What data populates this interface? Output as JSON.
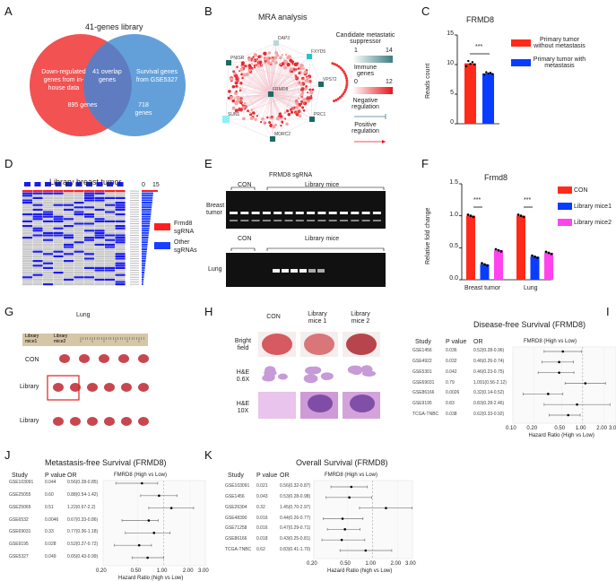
{
  "panels": {
    "A": "A",
    "B": "B",
    "C": "C",
    "D": "D",
    "E": "E",
    "F": "F",
    "G": "G",
    "H": "H",
    "I": "I",
    "J": "J",
    "K": "K"
  },
  "venn": {
    "title": "41-genes library",
    "left_text": "Down-regulated genes from in-house data",
    "left_count": "895 genes",
    "overlap_text": "41 overlap genes",
    "right_text": "Survival genes from GSE5327",
    "right_count": "718 genes",
    "colors": {
      "left": "#f25252",
      "right": "#5b9bd8",
      "overlap": "#5f7cc0"
    }
  },
  "network": {
    "title": "MRA analysis",
    "hubs": [
      "DAP3",
      "FXYD5",
      "PNISR",
      "VPS72",
      "FRMD8",
      "SUN1",
      "PRC1",
      "MORC2"
    ],
    "legend": {
      "suppressor": "Candidate metastatic suppressor",
      "sup_min": "1",
      "sup_max": "14",
      "immune": "Immune genes",
      "imm_min": "0",
      "imm_max": "12",
      "negative": "Negative regulation",
      "positive": "Positive regulation"
    }
  },
  "chart_data": [
    {
      "id": "C",
      "type": "bar",
      "title": "FRMD8",
      "ylabel": "Reads count",
      "ylim": [
        0,
        15
      ],
      "yticks": [
        "0",
        "5",
        "10",
        "15"
      ],
      "categories": [
        "Primary tumor without metastasis",
        "Primary tumor with metastasis"
      ],
      "values": [
        10.2,
        8.5
      ],
      "points": [
        [
          9.7,
          10.6,
          10.1,
          10.4,
          10.0
        ],
        [
          8.3,
          8.7,
          8.5,
          8.6,
          8.4
        ]
      ],
      "colors": [
        "#ff2a1a",
        "#0a3cff"
      ],
      "significance": "***",
      "legend": "top-right"
    },
    {
      "id": "F",
      "type": "bar",
      "title": "Frmd8",
      "ylabel": "Relative fold change",
      "ylim": [
        0,
        1.5
      ],
      "yticks": [
        "0.0",
        "0.5",
        "1.0",
        "1.5"
      ],
      "categories": [
        "Breast tumor",
        "Lung"
      ],
      "series": [
        {
          "name": "CON",
          "values": [
            1.0,
            1.0
          ],
          "color": "#ff2a1a"
        },
        {
          "name": "Library mice1",
          "values": [
            0.24,
            0.36
          ],
          "color": "#0a3cff"
        },
        {
          "name": "Library mice2",
          "values": [
            0.46,
            0.42
          ],
          "color": "#ff44ee"
        }
      ],
      "significance": [
        "***",
        "***"
      ],
      "legend": "right"
    },
    {
      "id": "I",
      "type": "forest",
      "title": "Disease-free Survival (FRMD8)",
      "plot_title": "FMRD8 (High vs Low)",
      "xlabel": "Hazard Ratio (High vs Low)",
      "xscale": "log",
      "xticks": [
        "0.10",
        "0.20",
        "0.50",
        "1.00",
        "2.00",
        "3.00"
      ],
      "xlim": [
        0.1,
        3.0
      ],
      "headers": [
        "Study",
        "P value",
        "OR"
      ],
      "rows": [
        {
          "study": "GSE1456",
          "p": "0.036",
          "or": "0.52(0.28-0.96)",
          "hr": 0.52,
          "lo": 0.28,
          "hi": 0.96
        },
        {
          "study": "GSE4922",
          "p": "0.032",
          "or": "0.46(0.26-0.74)",
          "hr": 0.46,
          "lo": 0.26,
          "hi": 0.74
        },
        {
          "study": "GSE5301",
          "p": "0.042",
          "or": "0.46(0.23-0.75)",
          "hr": 0.46,
          "lo": 0.23,
          "hi": 0.75
        },
        {
          "study": "GSE69031",
          "p": "0.79",
          "or": "1.091(0.56-2.12)",
          "hr": 1.091,
          "lo": 0.56,
          "hi": 2.12
        },
        {
          "study": "GSE86166",
          "p": "0.0026",
          "or": "0.32(0.14-0.52)",
          "hr": 0.32,
          "lo": 0.14,
          "hi": 0.52
        },
        {
          "study": "GSE9195",
          "p": "0.83",
          "or": "0.83(0.28-2.46)",
          "hr": 0.83,
          "lo": 0.28,
          "hi": 2.46
        },
        {
          "study": "TCGA-TNBC",
          "p": "0.038",
          "or": "0.62(0.33-0.92)",
          "hr": 0.62,
          "lo": 0.33,
          "hi": 0.92
        }
      ]
    },
    {
      "id": "J",
      "type": "forest",
      "title": "Metastasis-free Survival (FRMD8)",
      "plot_title": "FMRD8 (High vs Low)",
      "xlabel": "Hazard Ratio (high vs Low)",
      "xscale": "log",
      "xticks": [
        "0.20",
        "0.50",
        "1.00",
        "2.00",
        "3.00"
      ],
      "xlim": [
        0.2,
        3.0
      ],
      "headers": [
        "Study",
        "P value",
        "OR"
      ],
      "rows": [
        {
          "study": "GSE103091",
          "p": "0.044",
          "or": "0.56(0.28-0.85)",
          "hr": 0.56,
          "lo": 0.28,
          "hi": 0.85
        },
        {
          "study": "GSE25055",
          "p": "0.60",
          "or": "0.88(0.54-1.42)",
          "hr": 0.88,
          "lo": 0.54,
          "hi": 1.42
        },
        {
          "study": "GSE25065",
          "p": "0.51",
          "or": "1.22(0.67-2.2)",
          "hr": 1.22,
          "lo": 0.67,
          "hi": 2.2
        },
        {
          "study": "GSE6532",
          "p": "0.0046",
          "or": "0.67(0.33-0.86)",
          "hr": 0.67,
          "lo": 0.33,
          "hi": 0.86
        },
        {
          "study": "GSE69031",
          "p": "0.33",
          "or": "0.77(0.36-1.18)",
          "hr": 0.77,
          "lo": 0.36,
          "hi": 1.18
        },
        {
          "study": "GSE9195",
          "p": "0.028",
          "or": "0.52(0.27-0.72)",
          "hr": 0.52,
          "lo": 0.27,
          "hi": 0.72
        },
        {
          "study": "GSE5327",
          "p": "0.049",
          "or": "0.65(0.43-0.99)",
          "hr": 0.65,
          "lo": 0.43,
          "hi": 0.99
        }
      ]
    },
    {
      "id": "K",
      "type": "forest",
      "title": "Overall Survival (FRMD8)",
      "plot_title": "FMRD8 (High vs Low)",
      "xlabel": "Hazard Ratio (high vs Low)",
      "xscale": "log",
      "xticks": [
        "0.20",
        "0.50",
        "1.00",
        "2.00",
        "3.00"
      ],
      "xlim": [
        0.2,
        3.0
      ],
      "headers": [
        "Study",
        "P value",
        "OR"
      ],
      "rows": [
        {
          "study": "GSE103091",
          "p": "0.021",
          "or": "0.56(0.32-0.87)",
          "hr": 0.56,
          "lo": 0.32,
          "hi": 0.87
        },
        {
          "study": "GSE1456",
          "p": "0.043",
          "or": "0.53(0.28-0.98)",
          "hr": 0.53,
          "lo": 0.28,
          "hi": 0.98
        },
        {
          "study": "GSE26304",
          "p": "0.32",
          "or": "1.45(0.70-2.97)",
          "hr": 1.45,
          "lo": 0.7,
          "hi": 2.97
        },
        {
          "study": "GSE48390",
          "p": "0.016",
          "or": "0.44(0.26-0.77)",
          "hr": 0.44,
          "lo": 0.26,
          "hi": 0.77
        },
        {
          "study": "GSE71258",
          "p": "0.016",
          "or": "0.47(0.29-0.71)",
          "hr": 0.47,
          "lo": 0.29,
          "hi": 0.71
        },
        {
          "study": "GSE86166",
          "p": "0.018",
          "or": "0.43(0.25-0.81)",
          "hr": 0.43,
          "lo": 0.25,
          "hi": 0.81
        },
        {
          "study": "TCGA-TNBC",
          "p": "0.62",
          "or": "0.83(0.41-1.70)",
          "hr": 0.83,
          "lo": 0.41,
          "hi": 1.7
        }
      ]
    }
  ],
  "heatmap": {
    "title": "Library breast tumor",
    "scale_min": "0",
    "scale_max": "15",
    "legend": [
      "Frmd8 sgRNA",
      "Other sgRNAs"
    ],
    "colors": {
      "frmd8": "#ff2020",
      "other": "#1a1aee",
      "empty": "#c8c8c8"
    }
  },
  "gel": {
    "title": "FRMD8 sgRNA",
    "con": "CON",
    "library": "Library mice",
    "row1": "Breast tumor",
    "row2": "Lung"
  },
  "lungs": {
    "title": "Lung",
    "ruler_labels": [
      "Library mice1",
      "Library mice2"
    ],
    "rows": [
      "CON",
      "Library",
      "Library"
    ]
  },
  "histology": {
    "columns": [
      "CON",
      "Library mice 1",
      "Library mice 2"
    ],
    "rows": [
      "Bright field",
      "H&E 0.6X",
      "H&E 10X"
    ]
  }
}
